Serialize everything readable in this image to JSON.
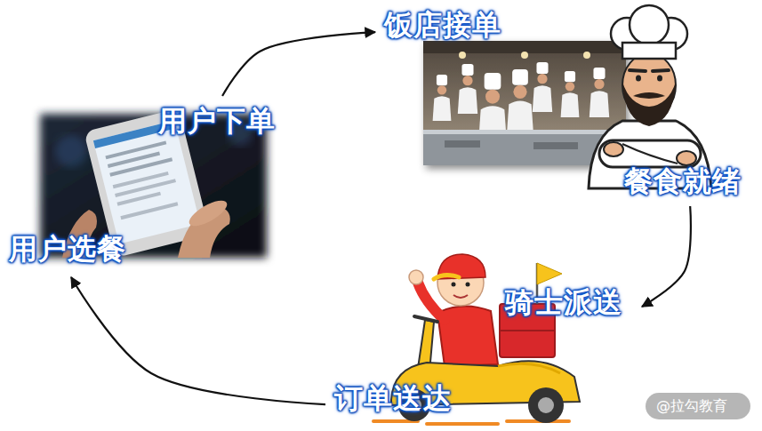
{
  "diagram": {
    "nodes": [
      {
        "text": [
          "用户下单",
          "用户选餐"
        ]
      },
      {
        "text": [
          "饭店接单",
          "餐食就绪"
        ]
      },
      {
        "text": [
          "骑士派送",
          "订单送达"
        ]
      }
    ],
    "edges": [
      {
        "from": 0,
        "to": 1,
        "arrow": "to"
      },
      {
        "from": 1,
        "to": 2,
        "arrow": "to"
      },
      {
        "from": 2,
        "to": 0,
        "arrow": "to"
      }
    ],
    "labels": [
      "@拉勾教育"
    ]
  }
}
